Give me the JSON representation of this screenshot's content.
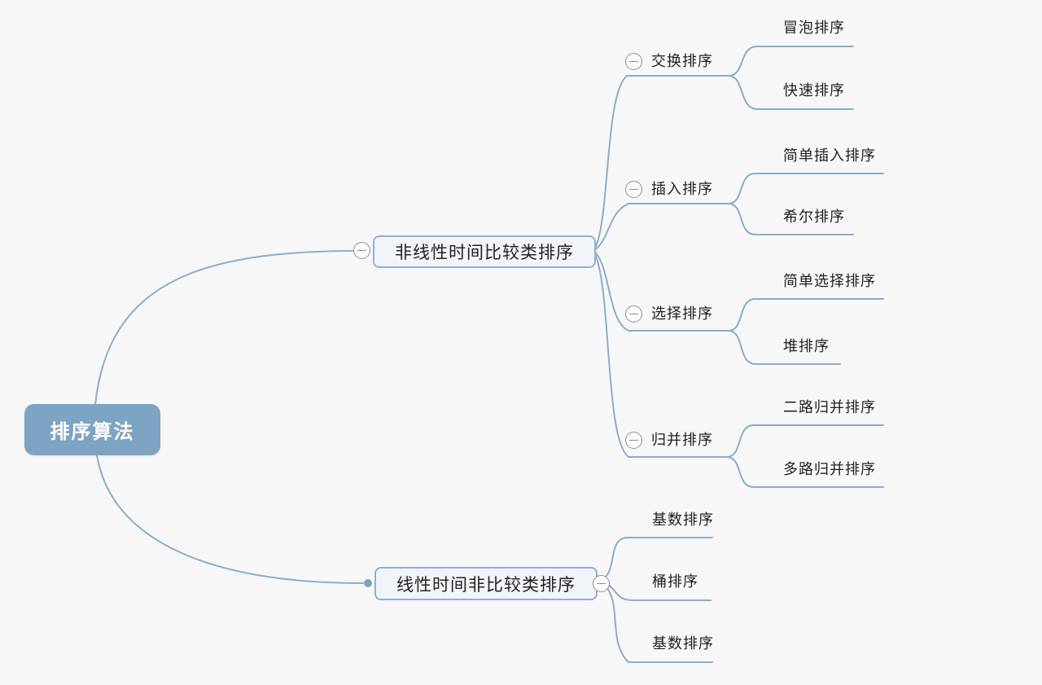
{
  "app": {
    "background_color": "#f7f7f7",
    "accent_color": "#7da4c2",
    "line_color": "#8caccb"
  },
  "mindmap": {
    "root": {
      "label": "排序算法"
    },
    "branches": [
      {
        "label": "非线性时间比较类排序",
        "children": [
          {
            "label": "交换排序",
            "children": [
              {
                "label": "冒泡排序"
              },
              {
                "label": "快速排序"
              }
            ]
          },
          {
            "label": "插入排序",
            "children": [
              {
                "label": "简单插入排序"
              },
              {
                "label": "希尔排序"
              }
            ]
          },
          {
            "label": "选择排序",
            "children": [
              {
                "label": "简单选择排序"
              },
              {
                "label": "堆排序"
              }
            ]
          },
          {
            "label": "归并排序",
            "children": [
              {
                "label": "二路归并排序"
              },
              {
                "label": "多路归并排序"
              }
            ]
          }
        ]
      },
      {
        "label": "线性时间非比较类排序",
        "children": [
          {
            "label": "基数排序"
          },
          {
            "label": "桶排序"
          },
          {
            "label": "基数排序"
          }
        ]
      }
    ]
  }
}
